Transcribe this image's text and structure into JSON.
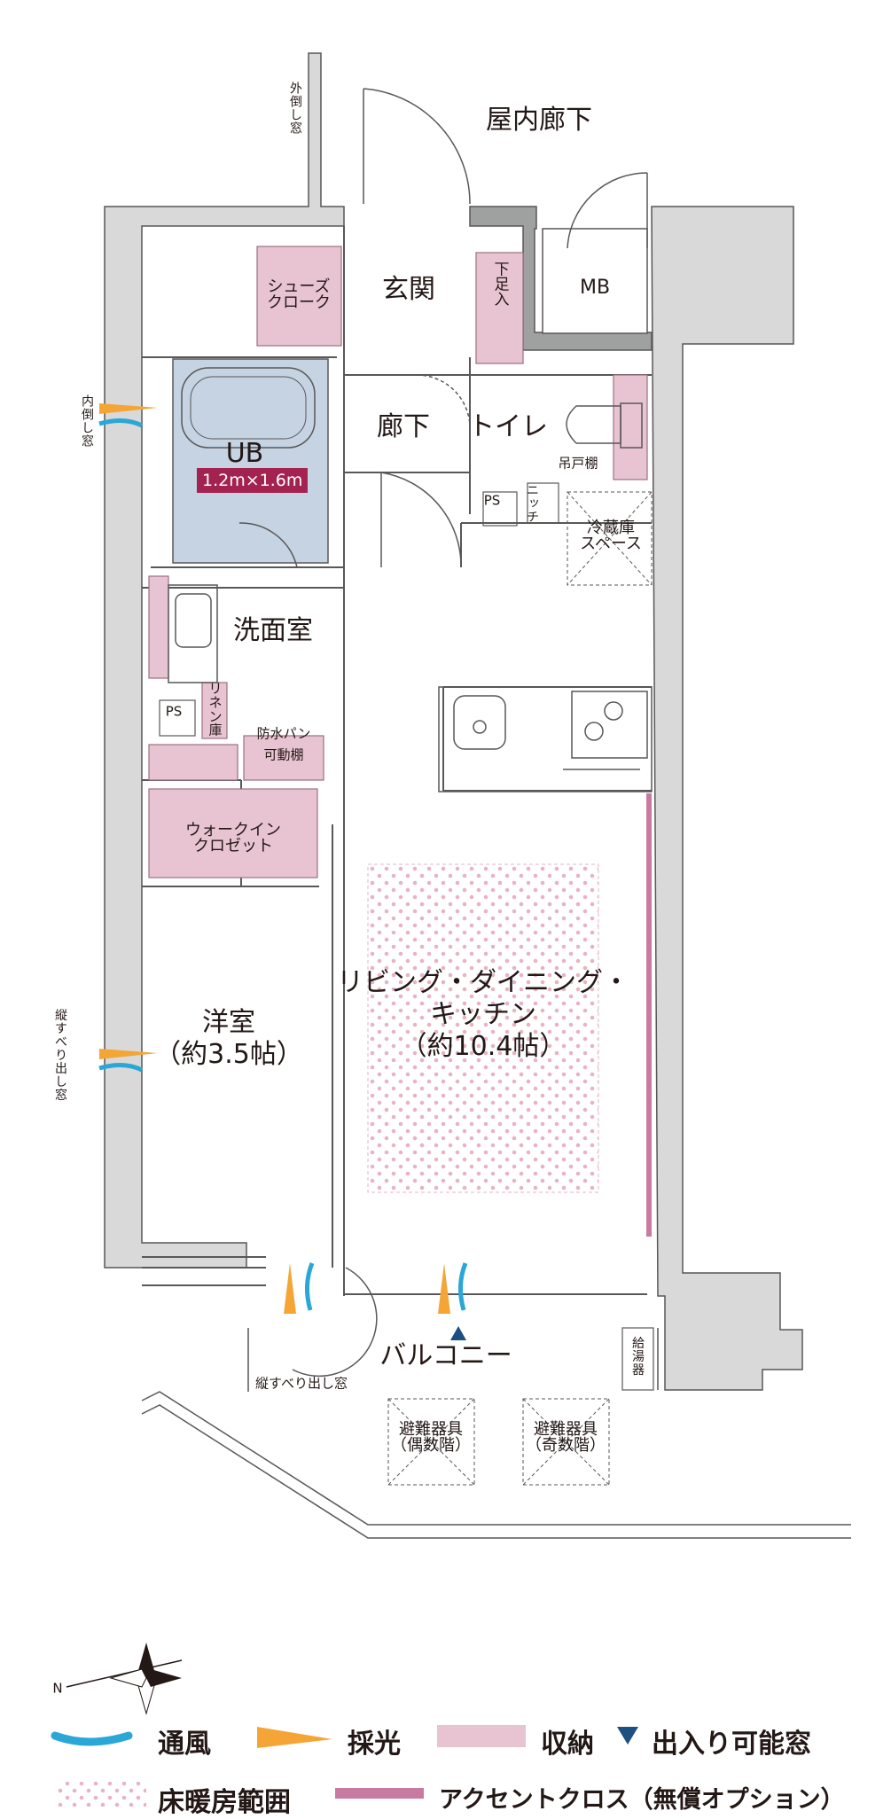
{
  "rooms": {
    "hallway_indoor": "屋内廊下",
    "mb": "MB",
    "shoes_closet": [
      "シューズ",
      "クローク"
    ],
    "entrance": "玄関",
    "shoe_storage": "下足入",
    "corridor": "廊下",
    "toilet": "トイレ",
    "hanging_shelf": "吊戸棚",
    "ps_upper": "PS",
    "niche": "ニッチ",
    "fridge_space": [
      "冷蔵庫",
      "スペース"
    ],
    "ub": "UB",
    "ub_size": "1.2m×1.6m",
    "washroom": "洗面室",
    "ps_lower": "PS",
    "linen": [
      "リ",
      "ネ",
      "ン",
      "庫"
    ],
    "waterproof_pan": "防水パン",
    "movable_shelf": "可動棚",
    "walk_in_closet": [
      "ウォークイン",
      "クロゼット"
    ],
    "western_room": [
      "洋室",
      "（約3.5帖）"
    ],
    "ldk": [
      "リビング・ダイニング・",
      "キッチン",
      "（約10.4帖）"
    ],
    "balcony": "バルコニー",
    "water_heater": "給湯器",
    "evac_even": [
      "避難器具",
      "（偶数階）"
    ],
    "evac_odd": [
      "避難器具",
      "（奇数階）"
    ]
  },
  "windows": {
    "outward_tilt": "外倒し窓",
    "inward_tilt": "内倒し窓",
    "vertical_slide_left": "縦すべり出し窓",
    "vertical_slide_bottom": "縦すべり出し窓"
  },
  "compass": {
    "north": "N"
  },
  "legend": {
    "ventilation": "通風",
    "daylight": "採光",
    "storage": "収納",
    "entry_window": "出入り可能窓",
    "floor_heating": "床暖房範囲",
    "accent_cloth": "アクセントクロス（無償オプション）"
  },
  "colors": {
    "wall": "#d9d9d9",
    "wall_stroke": "#595757",
    "storage": "#e8c4d3",
    "ub": "#c5d3e2",
    "ub_label": "#a3224f",
    "floor_heat_dot": "#e7b4c4",
    "accent": "#c97aa0",
    "vent": "#2aa7d6",
    "light": "#f4a535",
    "entry_marker": "#1d4f83"
  }
}
